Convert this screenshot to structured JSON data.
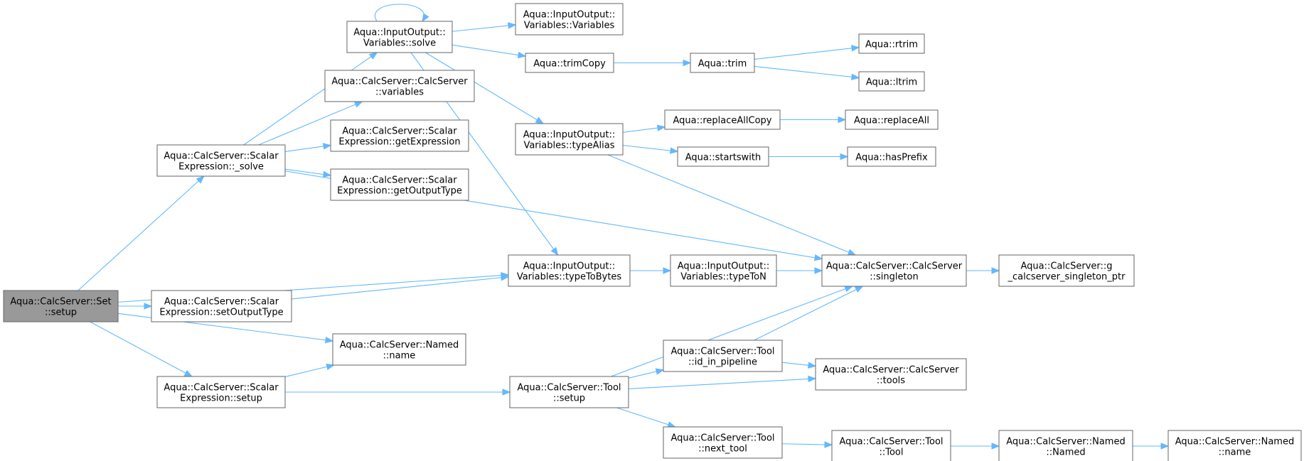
{
  "colors": {
    "edge": "#63b8ff",
    "node_border": "#666666",
    "root_fill": "#999999",
    "node_fill": "#ffffff"
  },
  "nodes": [
    {
      "id": "set_setup",
      "lines": [
        "Aqua::CalcServer::Set",
        "::setup"
      ],
      "root": true
    },
    {
      "id": "scalar_solve",
      "lines": [
        "Aqua::CalcServer::Scalar",
        "Expression::_solve"
      ]
    },
    {
      "id": "scalar_setoutputtype",
      "lines": [
        "Aqua::CalcServer::Scalar",
        "Expression::setOutputType"
      ]
    },
    {
      "id": "named_name",
      "lines": [
        "Aqua::CalcServer::Named",
        "::name"
      ]
    },
    {
      "id": "scalar_setup",
      "lines": [
        "Aqua::CalcServer::Scalar",
        "Expression::setup"
      ]
    },
    {
      "id": "io_solve",
      "lines": [
        "Aqua::InputOutput::",
        "Variables::solve"
      ]
    },
    {
      "id": "calcserver_variables",
      "lines": [
        "Aqua::CalcServer::CalcServer",
        "::variables"
      ]
    },
    {
      "id": "scalar_getexpression",
      "lines": [
        "Aqua::CalcServer::Scalar",
        "Expression::getExpression"
      ]
    },
    {
      "id": "scalar_getoutputtype",
      "lines": [
        "Aqua::CalcServer::Scalar",
        "Expression::getOutputType"
      ]
    },
    {
      "id": "io_variables",
      "lines": [
        "Aqua::InputOutput::",
        "Variables::Variables"
      ]
    },
    {
      "id": "trimcopy",
      "lines": [
        "Aqua::trimCopy"
      ]
    },
    {
      "id": "io_typealias",
      "lines": [
        "Aqua::InputOutput::",
        "Variables::typeAlias"
      ]
    },
    {
      "id": "io_typetobytes",
      "lines": [
        "Aqua::InputOutput::",
        "Variables::typeToBytes"
      ]
    },
    {
      "id": "tool_setup",
      "lines": [
        "Aqua::CalcServer::Tool",
        "::setup"
      ]
    },
    {
      "id": "trim",
      "lines": [
        "Aqua::trim"
      ]
    },
    {
      "id": "replaceallcopy",
      "lines": [
        "Aqua::replaceAllCopy"
      ]
    },
    {
      "id": "startswith",
      "lines": [
        "Aqua::startswith"
      ]
    },
    {
      "id": "io_typeton",
      "lines": [
        "Aqua::InputOutput::",
        "Variables::typeToN"
      ]
    },
    {
      "id": "tool_id_in_pipeline",
      "lines": [
        "Aqua::CalcServer::Tool",
        "::id_in_pipeline"
      ]
    },
    {
      "id": "tool_next_tool",
      "lines": [
        "Aqua::CalcServer::Tool",
        "::next_tool"
      ]
    },
    {
      "id": "rtrim",
      "lines": [
        "Aqua::rtrim"
      ]
    },
    {
      "id": "ltrim",
      "lines": [
        "Aqua::ltrim"
      ]
    },
    {
      "id": "replaceall",
      "lines": [
        "Aqua::replaceAll"
      ]
    },
    {
      "id": "hasprefix",
      "lines": [
        "Aqua::hasPrefix"
      ]
    },
    {
      "id": "calcserver_singleton",
      "lines": [
        "Aqua::CalcServer::CalcServer",
        "::singleton"
      ]
    },
    {
      "id": "calcserver_tools",
      "lines": [
        "Aqua::CalcServer::CalcServer",
        "::tools"
      ]
    },
    {
      "id": "tool_tool",
      "lines": [
        "Aqua::CalcServer::Tool",
        "::Tool"
      ]
    },
    {
      "id": "g_singleton_ptr",
      "lines": [
        "Aqua::CalcServer::g",
        "_calcserver_singleton_ptr"
      ]
    },
    {
      "id": "named_named",
      "lines": [
        "Aqua::CalcServer::Named",
        "::Named"
      ]
    },
    {
      "id": "named_name2",
      "lines": [
        "Aqua::CalcServer::Named",
        "::name"
      ]
    }
  ],
  "edges": [
    [
      "set_setup",
      "scalar_solve"
    ],
    [
      "set_setup",
      "io_typetobytes"
    ],
    [
      "set_setup",
      "scalar_setoutputtype"
    ],
    [
      "set_setup",
      "named_name"
    ],
    [
      "set_setup",
      "scalar_setup"
    ],
    [
      "scalar_solve",
      "io_solve"
    ],
    [
      "scalar_solve",
      "calcserver_variables"
    ],
    [
      "scalar_solve",
      "scalar_getexpression"
    ],
    [
      "scalar_solve",
      "scalar_getoutputtype"
    ],
    [
      "scalar_solve",
      "calcserver_singleton"
    ],
    [
      "scalar_setoutputtype",
      "io_typetobytes"
    ],
    [
      "scalar_setup",
      "named_name"
    ],
    [
      "scalar_setup",
      "tool_setup"
    ],
    [
      "io_solve",
      "io_solve"
    ],
    [
      "io_solve",
      "io_variables"
    ],
    [
      "io_solve",
      "trimcopy"
    ],
    [
      "io_solve",
      "io_typealias"
    ],
    [
      "io_solve",
      "io_typetobytes"
    ],
    [
      "trimcopy",
      "trim"
    ],
    [
      "trim",
      "rtrim"
    ],
    [
      "trim",
      "ltrim"
    ],
    [
      "io_typealias",
      "replaceallcopy"
    ],
    [
      "io_typealias",
      "startswith"
    ],
    [
      "io_typealias",
      "calcserver_singleton"
    ],
    [
      "replaceallcopy",
      "replaceall"
    ],
    [
      "startswith",
      "hasprefix"
    ],
    [
      "io_typetobytes",
      "io_typeton"
    ],
    [
      "io_typeton",
      "calcserver_singleton"
    ],
    [
      "calcserver_singleton",
      "g_singleton_ptr"
    ],
    [
      "tool_setup",
      "calcserver_singleton"
    ],
    [
      "tool_setup",
      "tool_id_in_pipeline"
    ],
    [
      "tool_setup",
      "calcserver_tools"
    ],
    [
      "tool_setup",
      "tool_next_tool"
    ],
    [
      "tool_id_in_pipeline",
      "calcserver_singleton"
    ],
    [
      "tool_id_in_pipeline",
      "calcserver_tools"
    ],
    [
      "tool_next_tool",
      "tool_tool"
    ],
    [
      "tool_tool",
      "named_named"
    ],
    [
      "named_named",
      "named_name2"
    ]
  ]
}
